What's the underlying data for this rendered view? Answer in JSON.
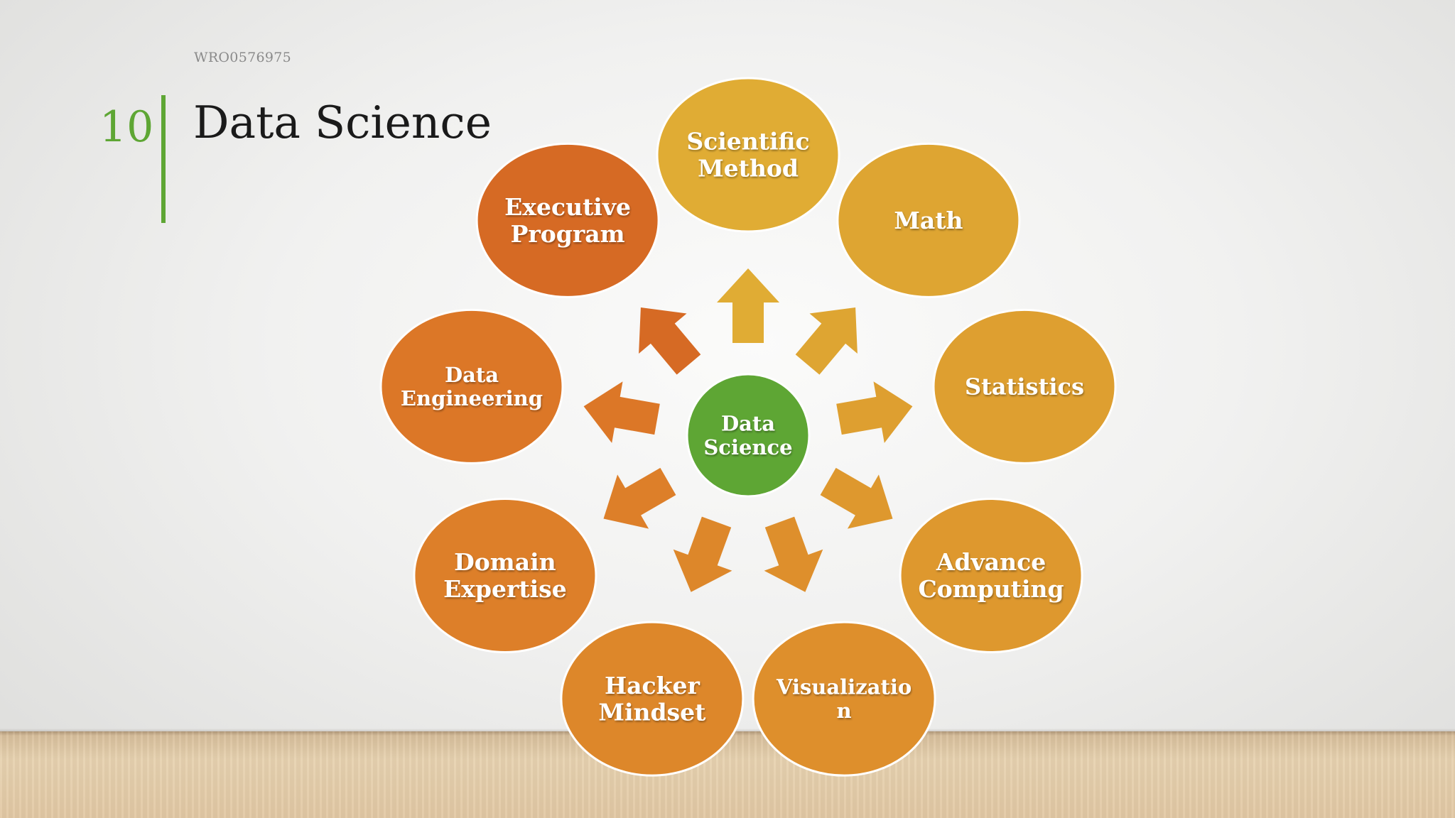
{
  "slide": {
    "ref_code": "WRO0576975",
    "number": "10",
    "title": "Data Science"
  },
  "diagram": {
    "center": {
      "lines": [
        "Data",
        "Science"
      ],
      "color": "#5ea634"
    },
    "nodes": [
      {
        "id": "scientific-method",
        "lines": [
          "Scientific",
          "Method"
        ],
        "color": "#e0ac34"
      },
      {
        "id": "math",
        "lines": [
          "Math"
        ],
        "color": "#dea532"
      },
      {
        "id": "statistics",
        "lines": [
          "Statistics"
        ],
        "color": "#de9f30"
      },
      {
        "id": "advance-computing",
        "lines": [
          "Advance",
          "Computing"
        ],
        "color": "#de982e"
      },
      {
        "id": "visualization",
        "lines": [
          "Visualizatio",
          "n"
        ],
        "color": "#de8f2c"
      },
      {
        "id": "hacker-mindset",
        "lines": [
          "Hacker",
          "Mindset"
        ],
        "color": "#dd872a"
      },
      {
        "id": "domain-expertise",
        "lines": [
          "Domain",
          "Expertise"
        ],
        "color": "#dd7f29"
      },
      {
        "id": "data-engineering",
        "lines": [
          "Data",
          "Engineering"
        ],
        "color": "#dc7727"
      },
      {
        "id": "executive-program",
        "lines": [
          "Executive",
          "Program"
        ],
        "color": "#d66a24"
      }
    ]
  }
}
